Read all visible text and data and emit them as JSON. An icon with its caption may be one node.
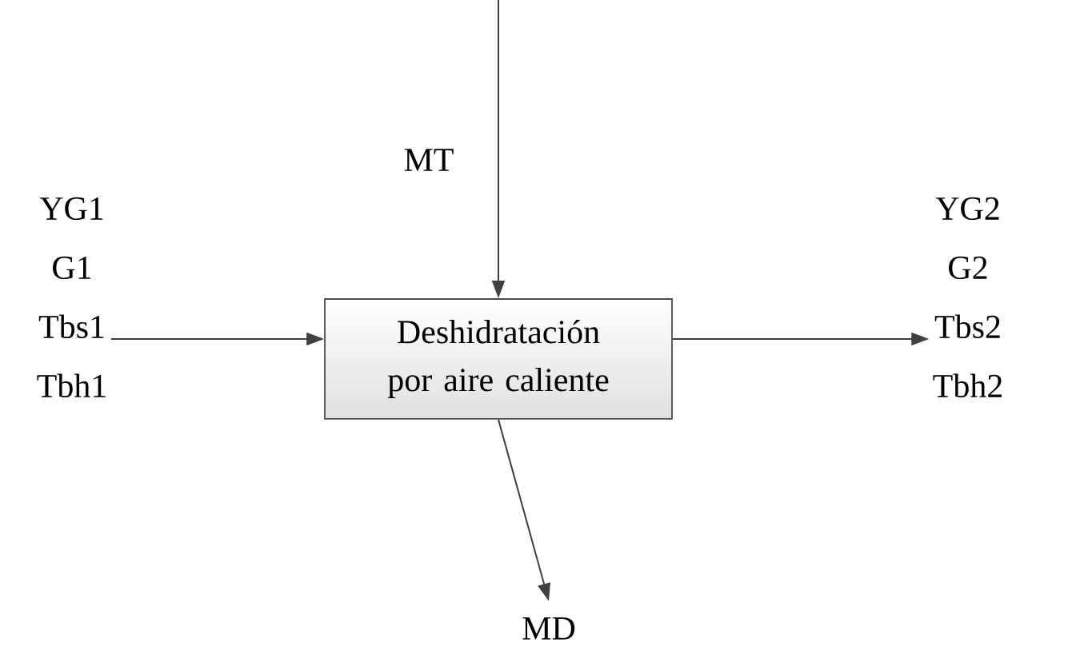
{
  "diagram": {
    "nodes": [
      {
        "text": [
          "Deshidratación por aire caliente"
        ]
      },
      {
        "text": [
          "YG1",
          "G1",
          "Tbs1",
          "Tbh1"
        ]
      },
      {
        "text": [
          "YG2",
          "G2",
          "Tbs2",
          "Tbh2"
        ]
      },
      {
        "text": [
          "MD"
        ]
      }
    ],
    "edges": [
      {
        "from": null,
        "to": 0,
        "arrow": "to",
        "label": "MT"
      },
      {
        "from": 1,
        "to": 0,
        "arrow": "to"
      },
      {
        "from": 0,
        "to": 2,
        "arrow": "to"
      },
      {
        "from": 0,
        "to": 3,
        "arrow": "to"
      }
    ]
  }
}
